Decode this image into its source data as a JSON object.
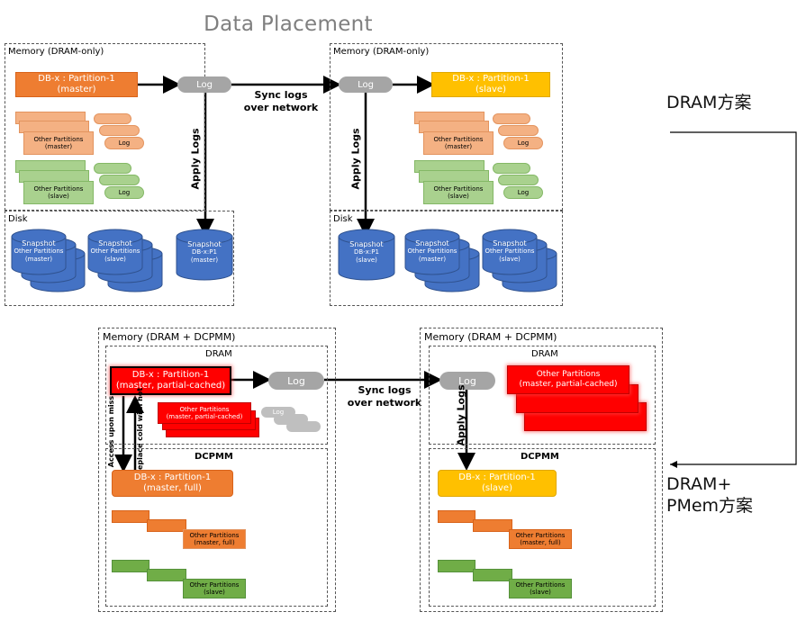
{
  "title": "Data Placement",
  "top": {
    "left": {
      "memory_label": "Memory (DRAM-only)",
      "main_partition": [
        "DB-x : Partition-1",
        "(master)"
      ],
      "log": "Log",
      "apply_logs": "Apply Logs",
      "other_master": [
        "Other Partitions",
        "(master)"
      ],
      "other_slave": [
        "Other Partitions",
        "(slave)"
      ],
      "small_log": "Log",
      "disk_label": "Disk",
      "snapshots": [
        {
          "title": "Snapshot",
          "lines": [
            "Other Partitions",
            "(master)"
          ]
        },
        {
          "title": "Snapshot",
          "lines": [
            "Other Partitions",
            "(slave)"
          ]
        },
        {
          "title": "Snapshot",
          "lines": [
            "DB-x:P1",
            "(master)"
          ]
        }
      ]
    },
    "sync": [
      "Sync logs",
      "over network"
    ],
    "right": {
      "memory_label": "Memory (DRAM-only)",
      "main_partition": [
        "DB-x : Partition-1",
        "(slave)"
      ],
      "log": "Log",
      "apply_logs": "Apply Logs",
      "other_master": [
        "Other Partitions",
        "(master)"
      ],
      "other_slave": [
        "Other Partitions",
        "(slave)"
      ],
      "small_log": "Log",
      "disk_label": "Disk",
      "snapshots": [
        {
          "title": "Snapshot",
          "lines": [
            "DB-x:P1",
            "(slave)"
          ]
        },
        {
          "title": "Snapshot",
          "lines": [
            "Other Partitions",
            "(master)"
          ]
        },
        {
          "title": "Snapshot",
          "lines": [
            "Other Partitions",
            "(slave)"
          ]
        }
      ]
    }
  },
  "bottom": {
    "left": {
      "memory_label": "Memory (DRAM + DCPMM)",
      "dram_label": "DRAM",
      "cached_partition": [
        "DB-x : Partition-1",
        "(master, partial-cached)"
      ],
      "log": "Log",
      "other_cached": [
        "Other Partitions",
        "(master, partial-cached)"
      ],
      "access_upon_miss": "Access upon miss",
      "replace_cold": "Replace cold with hot",
      "dcpmm_label": "DCPMM",
      "full_partition": [
        "DB-x : Partition-1",
        "(master, full)"
      ],
      "other_full": [
        "Other Partitions",
        "(master, full)"
      ],
      "other_slave": [
        "Other Partitions",
        "(slave)"
      ]
    },
    "sync": [
      "Sync logs",
      "over network"
    ],
    "right": {
      "memory_label": "Memory (DRAM + DCPMM)",
      "dram_label": "DRAM",
      "log": "Log",
      "apply_logs": "Apply Logs",
      "other_cached": [
        "Other Partitions",
        "(master, partial-cached)"
      ],
      "dcpmm_label": "DCPMM",
      "slave_partition": [
        "DB-x : Partition-1",
        "(slave)"
      ],
      "other_full": [
        "Other Partitions",
        "(master, full)"
      ],
      "other_slave": [
        "Other Partitions",
        "(slave)"
      ]
    }
  },
  "side": {
    "dram_scheme": "DRAM方案",
    "pmem_scheme_line1": "DRAM+",
    "pmem_scheme_line2": "PMem方案"
  }
}
